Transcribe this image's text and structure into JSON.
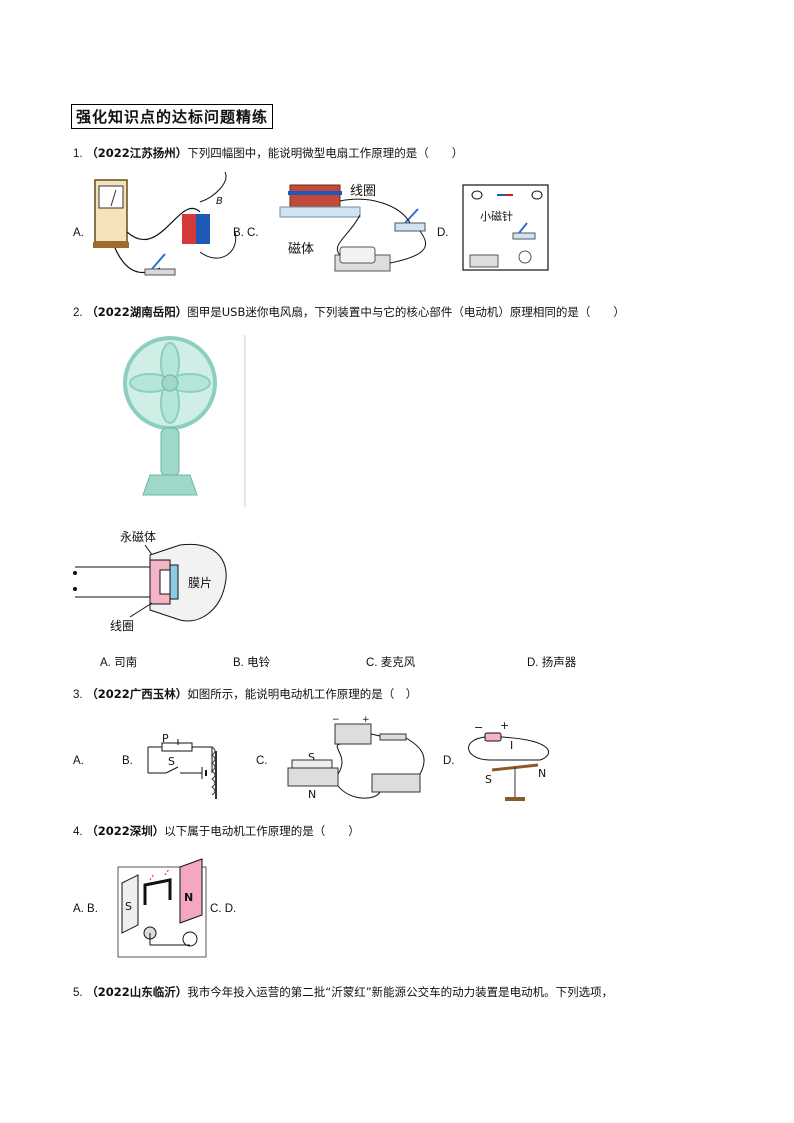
{
  "section_title": "强化知识点的达标问题精练",
  "q1": {
    "num": "1.",
    "source": "（2022江苏扬州）",
    "text": "下列四幅图中，能说明微型电扇工作原理的是（　　）",
    "opt_a": "A.",
    "opt_bc": "B. C.",
    "opt_d": "D.",
    "label_b": "B",
    "label_coil": "线圈",
    "label_magnet": "磁体",
    "label_needle": "小磁针"
  },
  "q2": {
    "num": "2.",
    "source": "（2022湖南岳阳）",
    "text": "图甲是USB迷你电风扇，下列装置中与它的核心部件（电动机）原理相同的是（　　）",
    "label_permanent_magnet": "永磁体",
    "label_diaphragm": "膜片",
    "label_coil": "线圈",
    "options": [
      {
        "label": "A.",
        "text": "司南"
      },
      {
        "label": "B.",
        "text": "电铃"
      },
      {
        "label": "C.",
        "text": "麦克风"
      },
      {
        "label": "D.",
        "text": "扬声器"
      }
    ]
  },
  "q3": {
    "num": "3.",
    "source": "（2022广西玉林）",
    "text": "如图所示，能说明电动机工作原理的是（　）",
    "opt_a": "A.",
    "opt_b": "B.",
    "opt_c": "C.",
    "opt_d": "D.",
    "label_p": "P",
    "label_s": "S",
    "label_n": "N",
    "label_i": "I",
    "label_minus": "−",
    "label_plus": "+"
  },
  "q4": {
    "num": "4.",
    "source": "（2022深圳）",
    "text": "以下属于电动机工作原理的是（　　）",
    "opt_ab": "A. B.",
    "opt_cd": "C. D.",
    "label_s": "S",
    "label_n": "N"
  },
  "q5": {
    "num": "5.",
    "source": "（2022山东临沂）",
    "text": "我市今年投入运营的第二批“沂蒙红”新能源公交车的动力装置是电动机。下列选项，"
  }
}
